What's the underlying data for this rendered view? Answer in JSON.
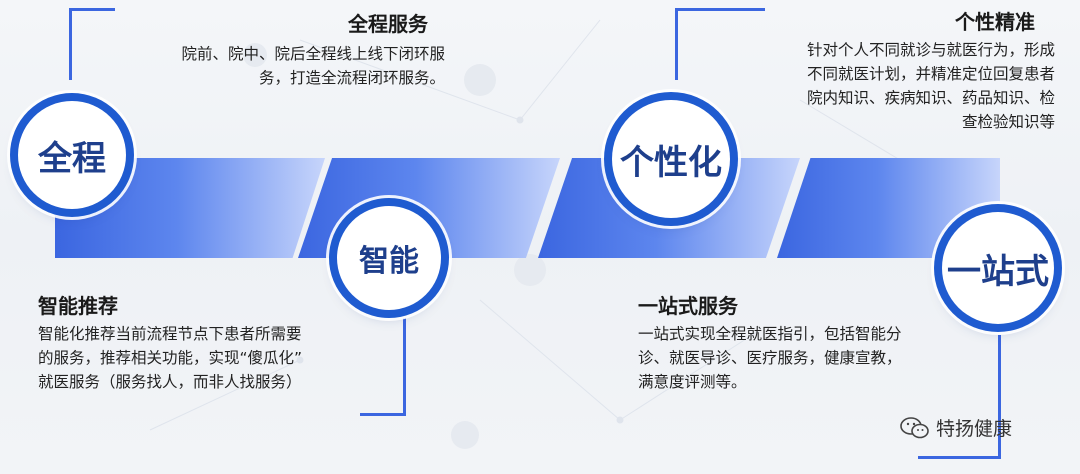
{
  "sections": [
    {
      "circle": "全程",
      "title": "全程服务",
      "lines": [
        "院前、院中、院后全程线上线下闭环服",
        "务，打造全流程闭环服务。"
      ]
    },
    {
      "circle": "智能",
      "title": "智能推荐",
      "lines": [
        "智能化推荐当前流程节点下患者所需要",
        "的服务，推荐相关功能，实现“傻瓜化”",
        "就医服务（服务找人，而非人找服务）"
      ]
    },
    {
      "circle": "个性化",
      "title": "个性精准",
      "lines": [
        "针对个人不同就诊与就医行为，形成",
        "不同就医计划，并精准定位回复患者",
        "院内知识、疾病知识、药品知识、检",
        "查检验知识等"
      ]
    },
    {
      "circle": "一站式",
      "title": "一站式服务",
      "lines": [
        "一站式实现全程就医指引，包括智能分",
        "诊、就医导诊、医疗服务，健康宣教，",
        "满意度评测等。"
      ]
    }
  ],
  "watermark": "特扬健康",
  "colors": {
    "accent": "#1f5bd0",
    "band": "#3b66e0"
  }
}
